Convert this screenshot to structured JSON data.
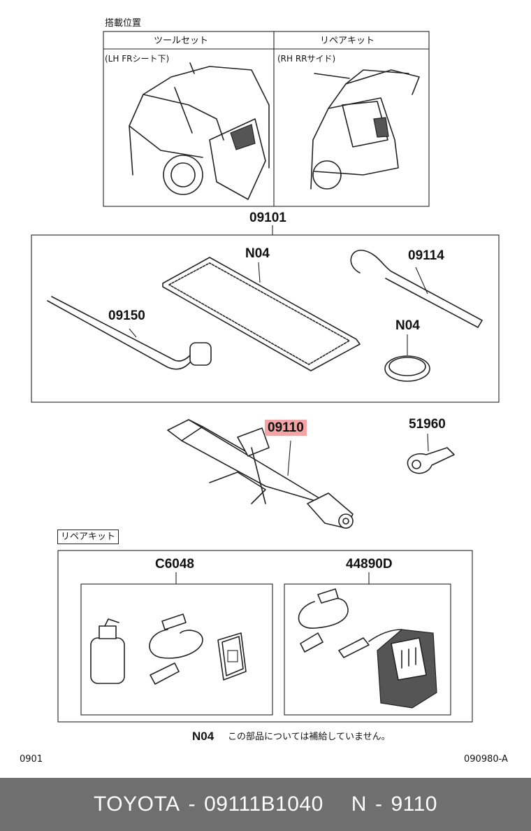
{
  "location": {
    "heading": "搭載位置",
    "tool_set_header": "ツールセット",
    "tool_set_note": "(LH FRシート下)",
    "repair_kit_header": "リペアキット",
    "repair_kit_note": "(RH RRサイド)"
  },
  "tool_kit": {
    "label": "09101",
    "parts": [
      {
        "label": "N04"
      },
      {
        "label": "09114"
      },
      {
        "label": "09150"
      },
      {
        "label": "N04"
      }
    ]
  },
  "jack": {
    "label": "09110",
    "highlight_color": "#f4a4a4"
  },
  "tow_eye": {
    "label": "51960"
  },
  "repair_kit": {
    "tag": "リペアキット",
    "c6048_label": "C6048",
    "compressor_label": "44890D"
  },
  "note": {
    "code": "N04",
    "text": "この部品については補給していません。"
  },
  "diagram_code_left": "0901",
  "diagram_code_right": "090980-A",
  "footer": {
    "brand": "TOYOTA",
    "sep1": "-",
    "part_number": "09111B1040",
    "ref": "N",
    "sep2": "-",
    "ref_number": "9110",
    "bg_color": "#6f6f6f"
  }
}
